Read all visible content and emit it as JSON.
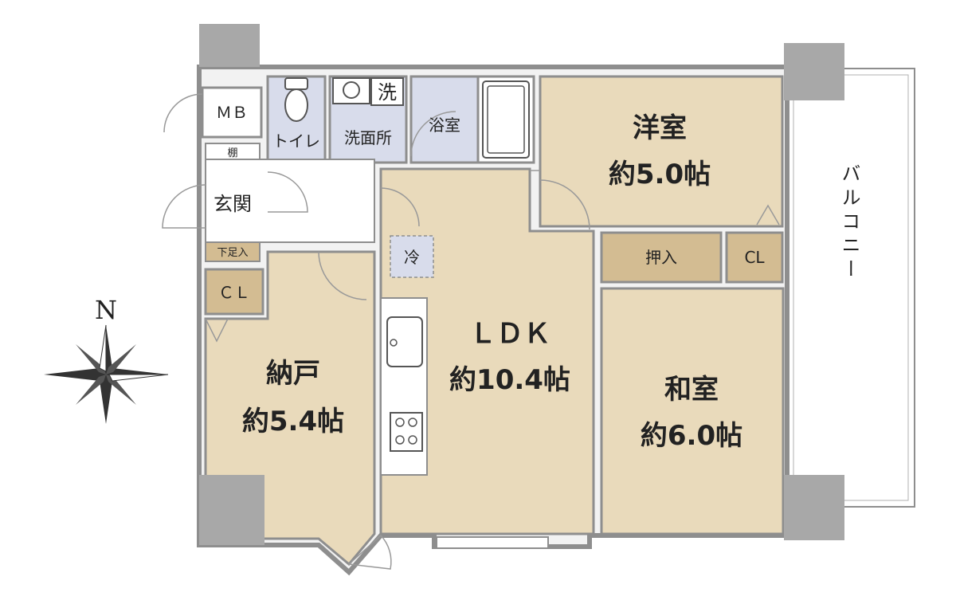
{
  "rooms": {
    "mb": "ＭＢ",
    "shelf": "棚",
    "toilet": "トイレ",
    "washroom": "洗面所",
    "washer": "洗",
    "bath": "浴室",
    "western": {
      "name": "洋室",
      "size": "約5.0帖"
    },
    "entrance": "玄関",
    "shoe_rack": "下足入",
    "cl_left": "ＣＬ",
    "fridge": "冷",
    "ldk": {
      "name": "ＬＤＫ",
      "size": "約10.4帖"
    },
    "storage": {
      "name": "納戸",
      "size": "約5.4帖"
    },
    "closet_oshiire": "押入",
    "cl_right": "CL",
    "japanese": {
      "name": "和室",
      "size": "約6.0帖"
    },
    "balcony": "バルコニー"
  },
  "compass": {
    "north": "N"
  },
  "colors": {
    "room_fill": "#e9dabb",
    "wet_fill": "#d8dceb",
    "closet_fill": "#d3bc92",
    "wall": "#8e8e8e",
    "column": "#a8a8a8"
  }
}
